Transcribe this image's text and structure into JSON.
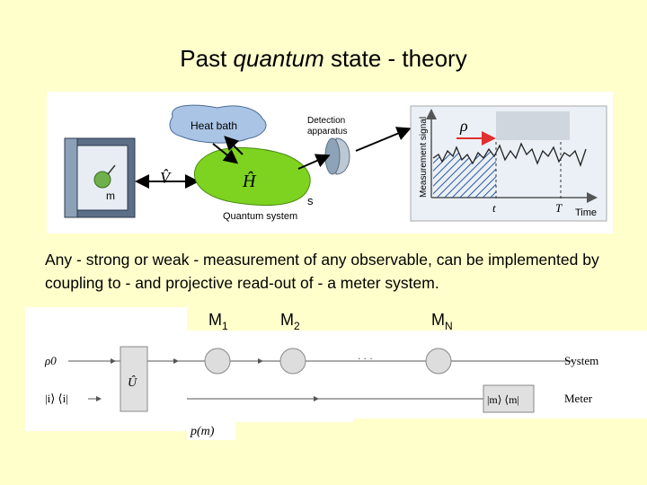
{
  "title": {
    "before": "Past ",
    "em": "quantum",
    "after": " state - theory"
  },
  "figure_top": {
    "heat_bath": "Heat bath",
    "detection_line1": "Detection",
    "detection_line2": "apparatus",
    "quantum_system": "Quantum system",
    "h_label": "Ĥ",
    "v_label": "V̂",
    "s_label": "s",
    "m_label": "m",
    "plot": {
      "ylabel": "Measurement signal",
      "xlabel": "Time",
      "rho": "ρ",
      "t": "t",
      "T": "T"
    }
  },
  "description": "Any - strong or weak - measurement of any observable, can be implemented by coupling to - and projective read-out of - a meter system.",
  "figure_bottom": {
    "m1": "M",
    "m1_sub": "1",
    "m2": "M",
    "m2_sub": "2",
    "mn": "M",
    "mn_sub": "N",
    "rho0": "ρ0",
    "meter_init": "|i⟩ ⟨i|",
    "U": "Û",
    "dots": ". . .",
    "meter_state": "|m⟩ ⟨m|",
    "system_label": "System",
    "meter_label": "Meter",
    "pm": "p(m)"
  },
  "colors": {
    "background": "#ffffcc",
    "heat_bath": "#a9c4e4",
    "quantum_system": "#7ed321",
    "arrow_red": "#e03030",
    "hatch": "#2f5aa0"
  }
}
